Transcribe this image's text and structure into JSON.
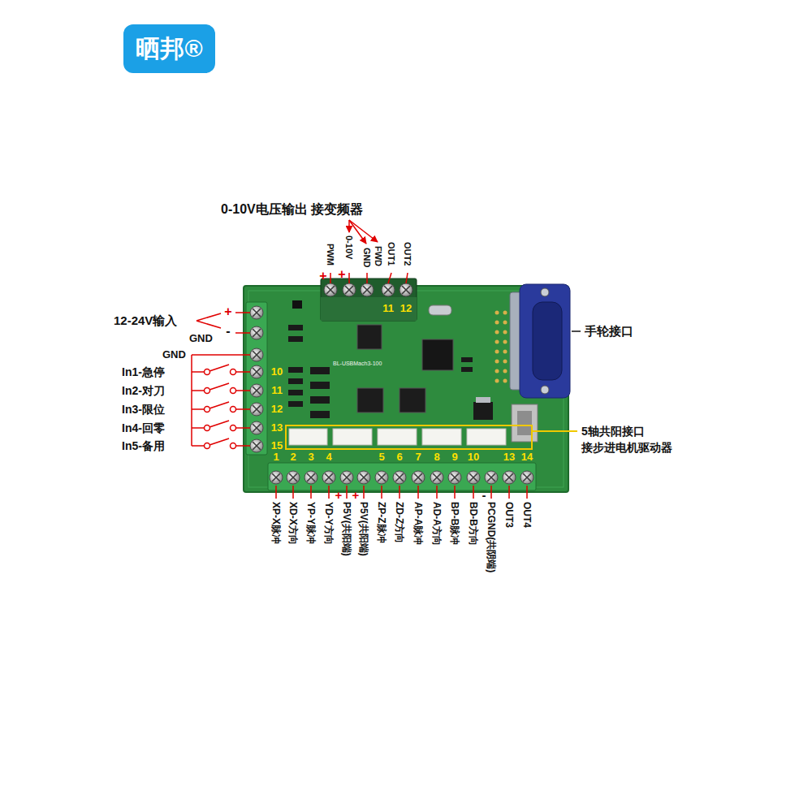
{
  "diagram": {
    "nodes": [
      {
        "text": [
          "晒邦®"
        ]
      }
    ],
    "labels": [
      "0-10V电压输出 接变频器",
      "+",
      "+",
      "PWM",
      "0-10V",
      "GND",
      "FWD",
      "OUT1",
      "OUT2",
      "11",
      "12",
      "12-24V输入",
      "+",
      "-",
      "GND",
      "GND",
      "In1-急停",
      "In2-对刀",
      "In3-限位",
      "In4-回零",
      "In5-备用",
      "10",
      "11",
      "12",
      "13",
      "15",
      "手轮接口",
      "5轴共阳接口",
      "接步进电机驱动器",
      "1",
      "2",
      "3",
      "4",
      "5",
      "6",
      "7",
      "8",
      "9",
      "10",
      "13",
      "14",
      "+",
      "+",
      "-",
      "XP-X脉冲",
      "XD-X方向",
      "YP-Y脉冲",
      "YD-Y方向",
      "P5V(共阳端)",
      "P5V(共阳端)",
      "ZP-Z脉冲",
      "ZD-Z方向",
      "AP-A脉冲",
      "AD-A方向",
      "BP-B脉冲",
      "BD-B方向",
      "PCGND(共阴端)",
      "OUT3",
      "OUT4",
      "BL-USBMach3-100"
    ]
  }
}
